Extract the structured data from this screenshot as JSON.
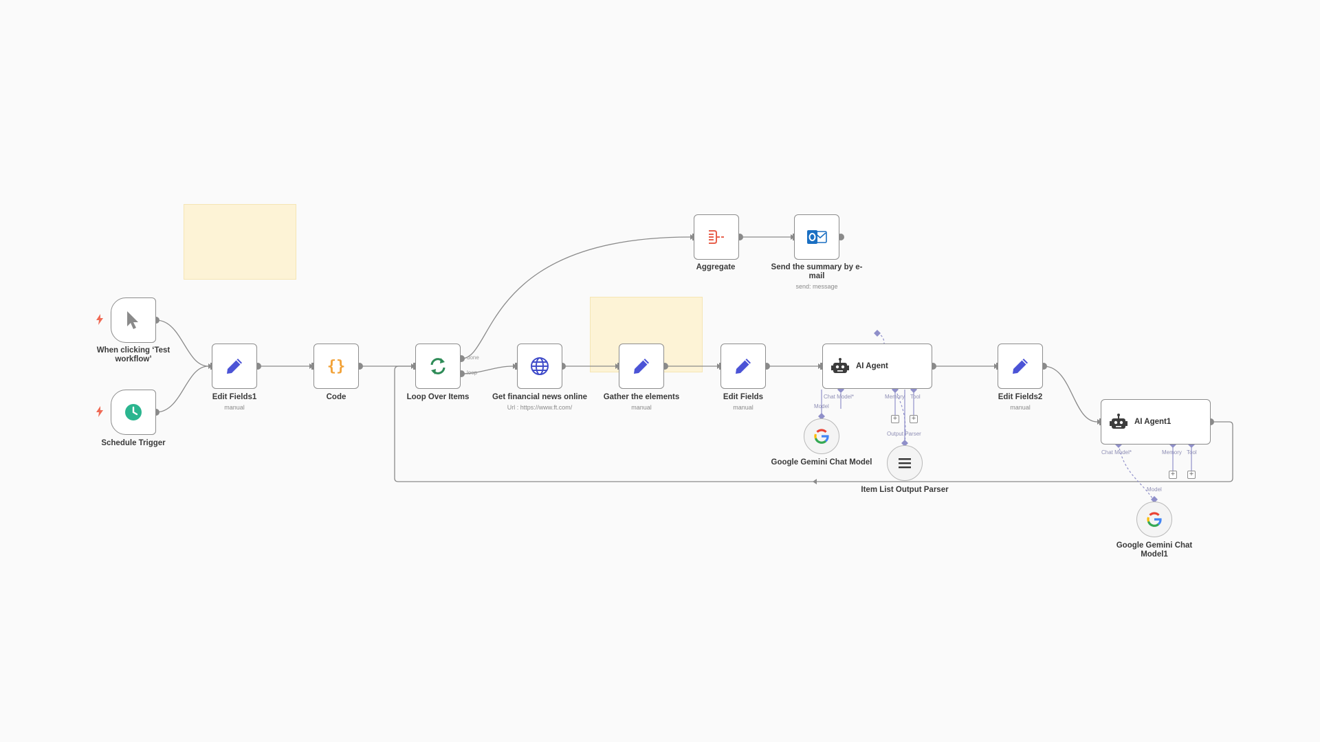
{
  "nodes": {
    "manual_trigger": {
      "label": "When clicking ‘Test workflow’",
      "icon": "cursor-arrow-icon"
    },
    "schedule_trigger": {
      "label": "Schedule Trigger",
      "icon": "clock-icon"
    },
    "edit_fields1": {
      "label": "Edit Fields1",
      "sub": "manual",
      "icon": "pencil-icon"
    },
    "code": {
      "label": "Code",
      "icon": "curly-braces-icon"
    },
    "loop": {
      "label": "Loop Over Items",
      "icon": "loop-arrows-icon",
      "out_done": "done",
      "out_loop": "loop"
    },
    "http": {
      "label": "Get financial news online",
      "sub": "Url : https://www.ft.com/",
      "icon": "globe-icon"
    },
    "gather": {
      "label": "Gather the elements",
      "sub": "manual",
      "icon": "pencil-icon"
    },
    "edit_fields": {
      "label": "Edit Fields",
      "sub": "manual",
      "icon": "pencil-icon"
    },
    "ai_agent": {
      "label": "AI Agent",
      "icon": "robot-icon",
      "port_chat": "Chat Model*",
      "port_memory": "Memory",
      "port_tool": "Tool",
      "port_parser": "Output Parser"
    },
    "edit_fields2": {
      "label": "Edit Fields2",
      "sub": "manual",
      "icon": "pencil-icon"
    },
    "ai_agent1": {
      "label": "AI Agent1",
      "icon": "robot-icon",
      "port_chat": "Chat Model*",
      "port_memory": "Memory",
      "port_tool": "Tool"
    },
    "aggregate": {
      "label": "Aggregate",
      "icon": "aggregate-icon"
    },
    "send_email": {
      "label": "Send the summary by e-mail",
      "sub": "send: message",
      "icon": "outlook-icon"
    },
    "gemini": {
      "label": "Google Gemini Chat Model",
      "port_model": "Model",
      "icon": "google-g-icon"
    },
    "parser": {
      "label": "Item List Output Parser",
      "icon": "list-lines-icon"
    },
    "gemini1": {
      "label": "Google Gemini Chat Model1",
      "port_model": "Model",
      "icon": "google-g-icon"
    }
  },
  "colors": {
    "background": "#fafafa",
    "sticky": "#fdf3d6",
    "wire": "#8a8a8a",
    "ai_port": "#8f8fc9",
    "pencil": "#4b53d6",
    "trigger_bolt": "#ef6a55",
    "schedule": "#2bb58f",
    "code": "#f2a33a",
    "loop": "#2e8b57",
    "globe": "#3f4bc9",
    "aggregate": "#e8604c",
    "outlook": "#1a6fc2"
  }
}
